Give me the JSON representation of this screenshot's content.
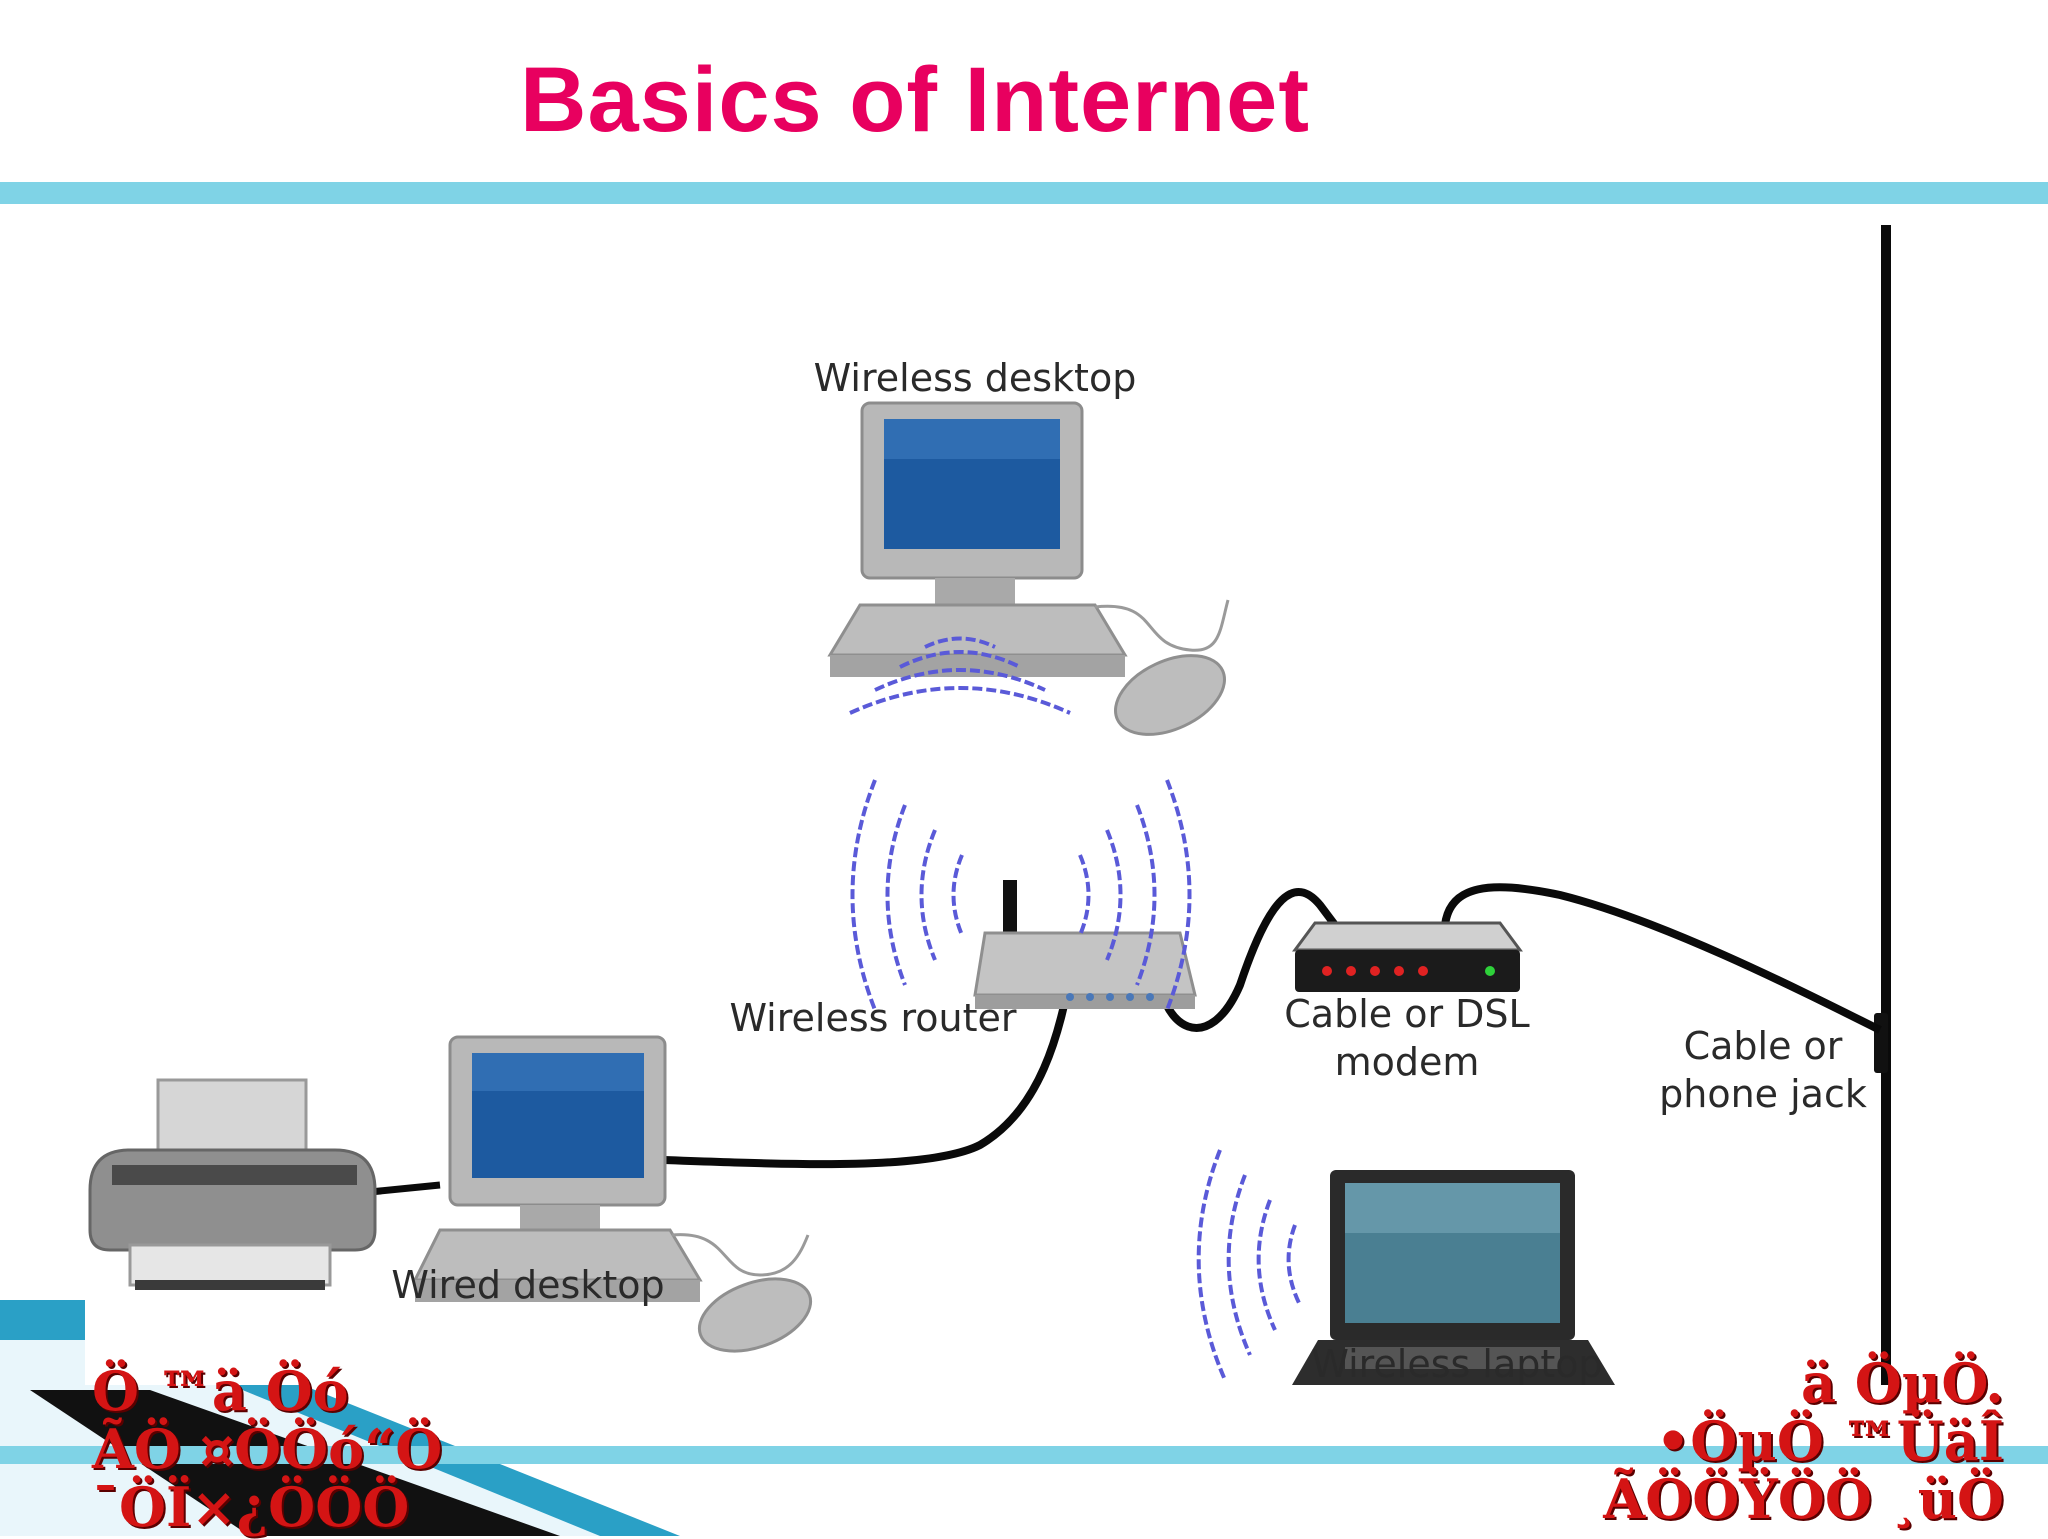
{
  "slide": {
    "title": "Basics of Internet"
  },
  "diagram": {
    "labels": {
      "wireless_desktop": "Wireless desktop",
      "wireless_router": "Wireless router",
      "modem_line1": "Cable or DSL",
      "modem_line2": "modem",
      "jack_line1": "Cable or",
      "jack_line2": "phone jack",
      "wired_desktop": "Wired desktop",
      "wireless_laptop": "Wireless laptop"
    }
  },
  "footer": {
    "left_text": "Ö ™ä Öó\nÃÖ ¤ÖÖó“Ö\n¯ÖÏ×¿ÖÖÖ",
    "right_text": "ä ÖµÖ.\n•ÖµÖ ™ÜäÎ\nÃÖÖŸÖÖ ¸üÖ"
  },
  "colors": {
    "title": "#e8005f",
    "rule": "#7fd3e6",
    "wave": "#5a5ad8",
    "cable": "#0a0a0a"
  }
}
